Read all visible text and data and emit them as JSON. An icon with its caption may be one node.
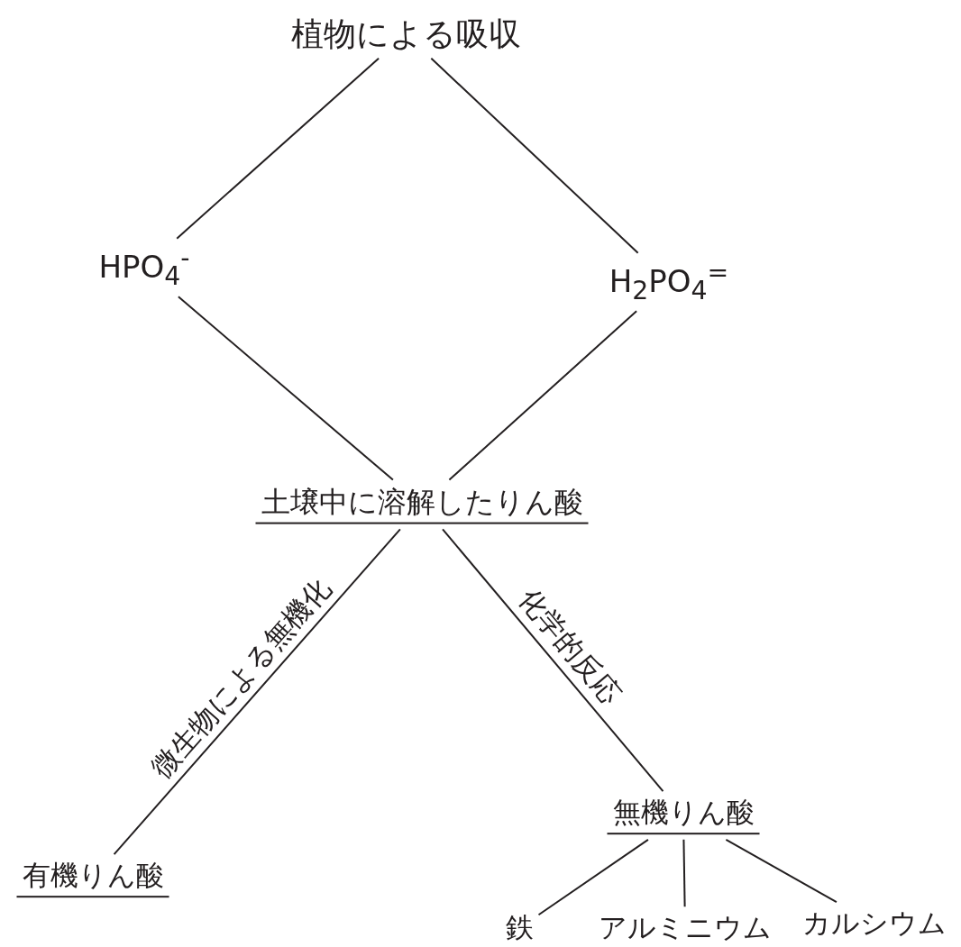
{
  "diagram": {
    "nodes": [
      {
        "text": [
          "植物による吸収"
        ]
      },
      {
        "text": [
          "HPO$_{4}$$^{-}$"
        ]
      },
      {
        "text": [
          "H$_{2}$PO$_{4}$$^{=}$"
        ]
      },
      {
        "text": [
          "土壌中に溶解したりん酸"
        ]
      },
      {
        "text": [
          "有機りん酸"
        ]
      },
      {
        "text": [
          "無機りん酸"
        ]
      },
      {
        "text": [
          "鉄"
        ]
      },
      {
        "text": [
          "アルミニウム"
        ]
      },
      {
        "text": [
          "カルシウム"
        ]
      }
    ],
    "edges": [
      {
        "from": 0,
        "to": 1,
        "arrow": "none"
      },
      {
        "from": 0,
        "to": 2,
        "arrow": "none"
      },
      {
        "from": 1,
        "to": 3,
        "arrow": "none"
      },
      {
        "from": 2,
        "to": 3,
        "arrow": "none"
      },
      {
        "from": 3,
        "to": 4,
        "arrow": "none",
        "label": "微生物による無機化"
      },
      {
        "from": 3,
        "to": 5,
        "arrow": "none",
        "label": "化学的反応"
      },
      {
        "from": 5,
        "to": 6,
        "arrow": "none"
      },
      {
        "from": 5,
        "to": 7,
        "arrow": "none"
      },
      {
        "from": 5,
        "to": 8,
        "arrow": "none"
      }
    ]
  }
}
